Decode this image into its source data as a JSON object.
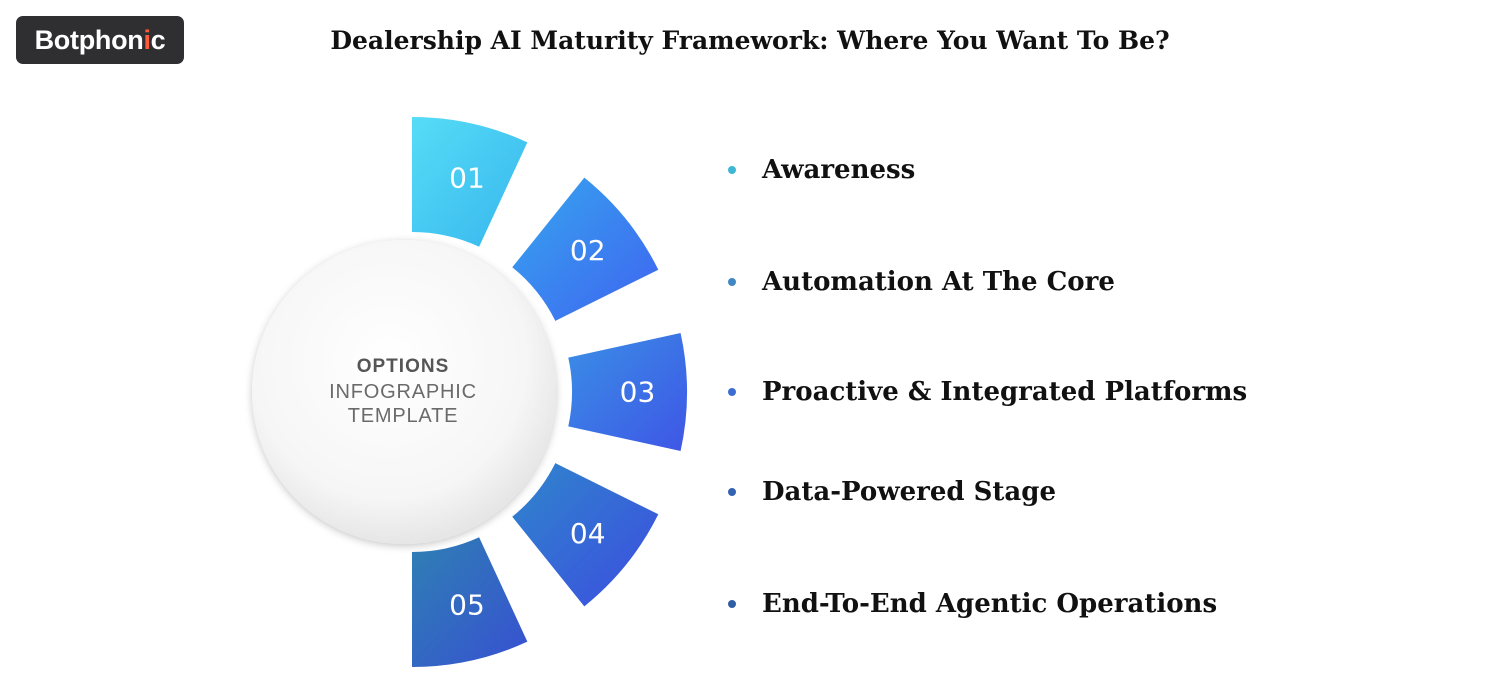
{
  "logo": {
    "text_main": "Botphon",
    "text_accent": "i",
    "text_end": "c"
  },
  "title": "Dealership AI Maturity Framework: Where You Want To Be?",
  "center": {
    "line1": "OPTIONS",
    "line2": "INFOGRAPHIC",
    "line3": "TEMPLATE"
  },
  "segments": [
    {
      "number": "01",
      "color_start": "#56dcf6",
      "color_end": "#37b6ee"
    },
    {
      "number": "02",
      "color_start": "#36a6ee",
      "color_end": "#3f63f1"
    },
    {
      "number": "03",
      "color_start": "#3a8fe6",
      "color_end": "#3e56e6"
    },
    {
      "number": "04",
      "color_start": "#2f86cc",
      "color_end": "#3c4ce0"
    },
    {
      "number": "05",
      "color_start": "#2f80b3",
      "color_end": "#3750d2"
    }
  ],
  "items": [
    {
      "label": "Awareness",
      "bullet_color": "#3fb6d3"
    },
    {
      "label": "Automation At The Core",
      "bullet_color": "#4187c2"
    },
    {
      "label": "Proactive & Integrated Platforms",
      "bullet_color": "#3c6ed2"
    },
    {
      "label": "Data-Powered Stage",
      "bullet_color": "#3463b2"
    },
    {
      "label": "End-To-End Agentic Operations",
      "bullet_color": "#2f5ea4"
    }
  ]
}
